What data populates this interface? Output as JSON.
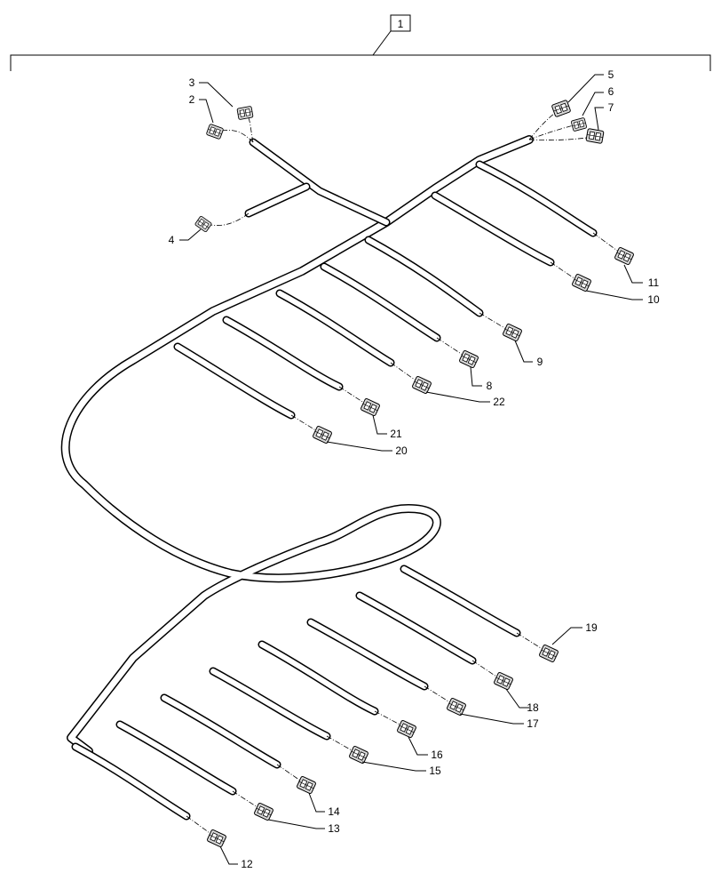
{
  "assembly_label": "1",
  "callouts": {
    "c1": "1",
    "c2": "2",
    "c3": "3",
    "c4": "4",
    "c5": "5",
    "c6": "6",
    "c7": "7",
    "c8": "8",
    "c9": "9",
    "c10": "10",
    "c11": "11",
    "c12": "12",
    "c13": "13",
    "c14": "14",
    "c15": "15",
    "c16": "16",
    "c17": "17",
    "c18": "18",
    "c19": "19",
    "c20": "20",
    "c21": "21",
    "c22": "22"
  },
  "colors": {
    "line": "#000000",
    "cable_fill": "#ffffff",
    "connector_shade": "#d9d9d9"
  },
  "icons": {
    "connector": "connector-plug-icon",
    "cable": "harness-cable"
  }
}
